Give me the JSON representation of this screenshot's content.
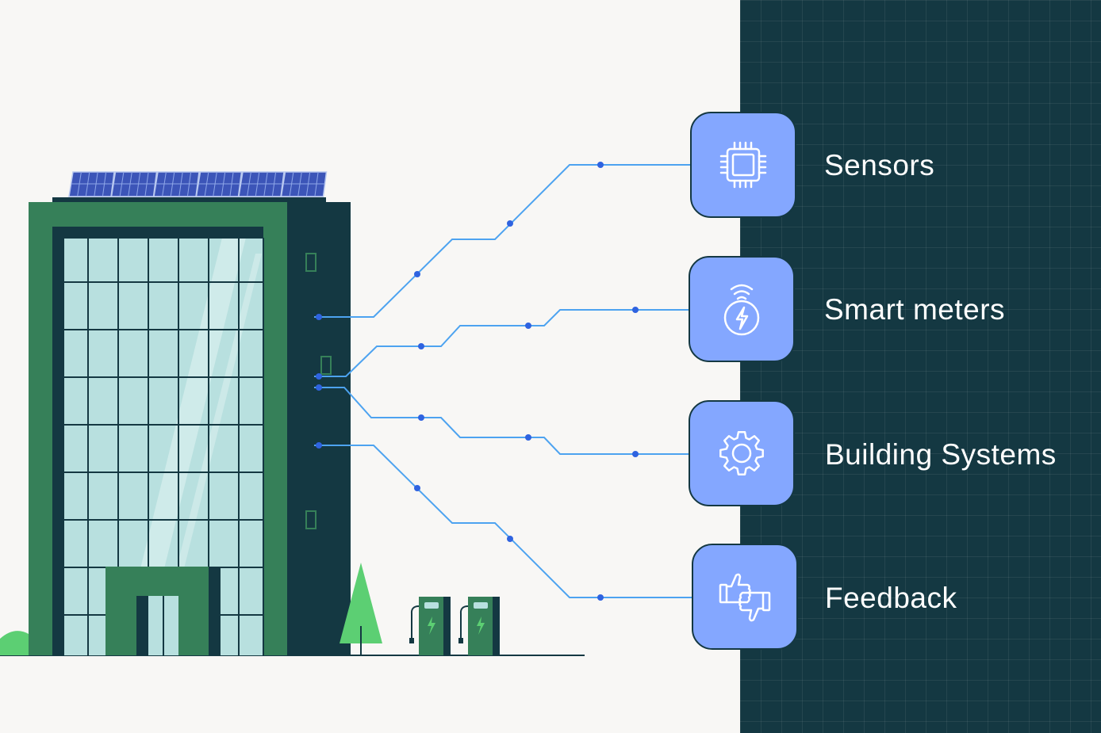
{
  "colors": {
    "background": "#f8f7f5",
    "panel": "#143842",
    "node": "#84a7ff",
    "line": "#4da3f0",
    "dot": "#2f63e0",
    "building_green": "#368059",
    "building_dark": "#143842",
    "glass": "#b8e0df",
    "tree": "#5ccf73"
  },
  "nodes": [
    {
      "id": "sensors",
      "label": "Sensors",
      "icon": "chip-icon"
    },
    {
      "id": "smart-meters",
      "label": "Smart meters",
      "icon": "meter-icon"
    },
    {
      "id": "building-systems",
      "label": "Building Systems",
      "icon": "gear-icon"
    },
    {
      "id": "feedback",
      "label": "Feedback",
      "icon": "thumbs-icon"
    }
  ]
}
